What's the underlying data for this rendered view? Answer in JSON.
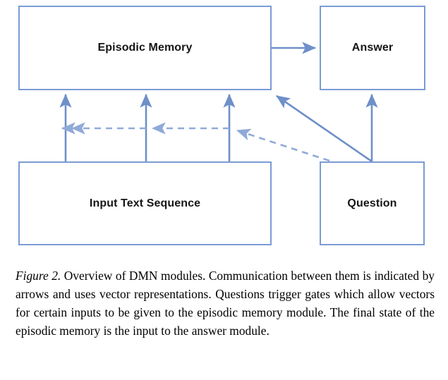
{
  "figure": {
    "nodes": [
      {
        "id": "episodic-memory",
        "label": "Episodic Memory"
      },
      {
        "id": "answer",
        "label": "Answer"
      },
      {
        "id": "input-text-sequence",
        "label": "Input Text Sequence"
      },
      {
        "id": "question",
        "label": "Question"
      }
    ],
    "edges": [
      {
        "from": "episodic-memory",
        "to": "answer",
        "style": "solid",
        "direction": "right"
      },
      {
        "from": "input-text-sequence",
        "to": "episodic-memory",
        "style": "solid",
        "direction": "up",
        "count": 3
      },
      {
        "from": "question",
        "to": "episodic-memory",
        "style": "solid",
        "direction": "diagonal-up-left"
      },
      {
        "from": "question",
        "to": "answer",
        "style": "solid",
        "direction": "up"
      },
      {
        "from": "question",
        "to": "input-text-sequence",
        "style": "dashed",
        "direction": "left",
        "count": 3
      }
    ],
    "colors": {
      "border": "#7B9BD4",
      "arrow": "#6E8FC8",
      "dashed_arrow": "#8FAAD8",
      "background": "#FFFFFF",
      "label_text": "#161616"
    }
  },
  "caption": {
    "figure_number": "Figure 2.",
    "text": " Overview of DMN modules. Communication between them is indicated by arrows and uses vector representations. Questions trigger gates which allow vectors for certain inputs to be given to the episodic memory module. The final state of the episodic memory is the input to the answer module."
  }
}
